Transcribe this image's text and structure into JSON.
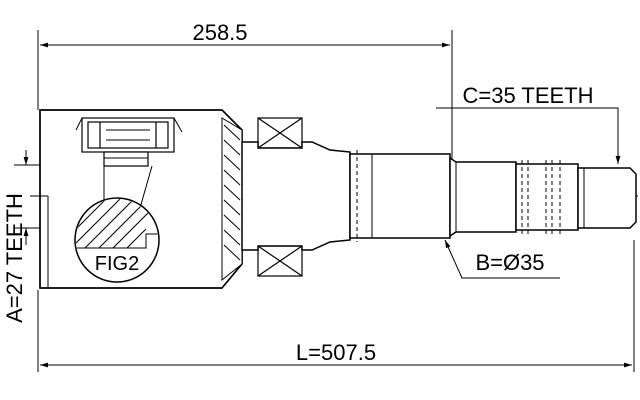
{
  "labels": {
    "dim_top": "258.5",
    "dim_c": "C=35 TEETH",
    "dim_b": "B=Ø35",
    "dim_l": "L=507.5",
    "dim_a": "A=27 TEETH",
    "fig": "FIG2"
  },
  "colors": {
    "line": "#000000",
    "body_fill": "#ffffff"
  }
}
